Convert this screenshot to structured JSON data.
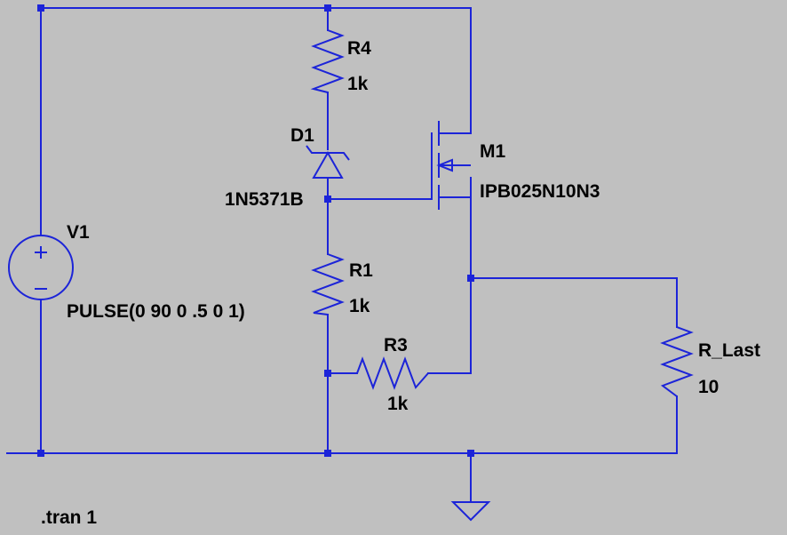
{
  "colors": {
    "background": "#c0c0c0",
    "wire": "#1c24d8",
    "text": "#000000"
  },
  "components": {
    "r4": {
      "name": "R4",
      "value": "1k"
    },
    "d1": {
      "name": "D1",
      "value": "1N5371B"
    },
    "m1": {
      "name": "M1",
      "value": "IPB025N10N3"
    },
    "v1": {
      "name": "V1",
      "value": "PULSE(0 90 0 .5 0 1)"
    },
    "r1": {
      "name": "R1",
      "value": "1k"
    },
    "r3": {
      "name": "R3",
      "value": "1k"
    },
    "r_last": {
      "name": "R_Last",
      "value": "10"
    }
  },
  "directive": ".tran 1"
}
